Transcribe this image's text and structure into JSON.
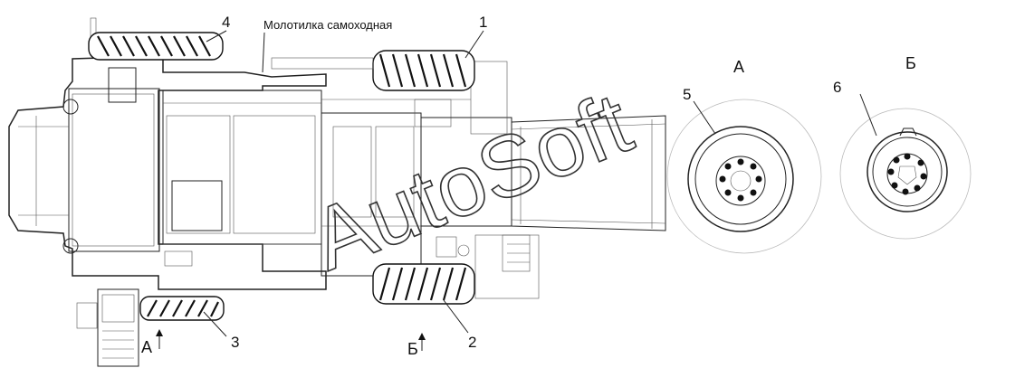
{
  "caption": "Молотилка самоходная",
  "callouts": {
    "c1": "1",
    "c2": "2",
    "c3": "3",
    "c4": "4",
    "c5": "5",
    "c6": "6"
  },
  "views": {
    "a_title": "А",
    "b_title": "Б",
    "a_marker": "А",
    "b_marker": "Б"
  },
  "watermark": "AutoSoft"
}
